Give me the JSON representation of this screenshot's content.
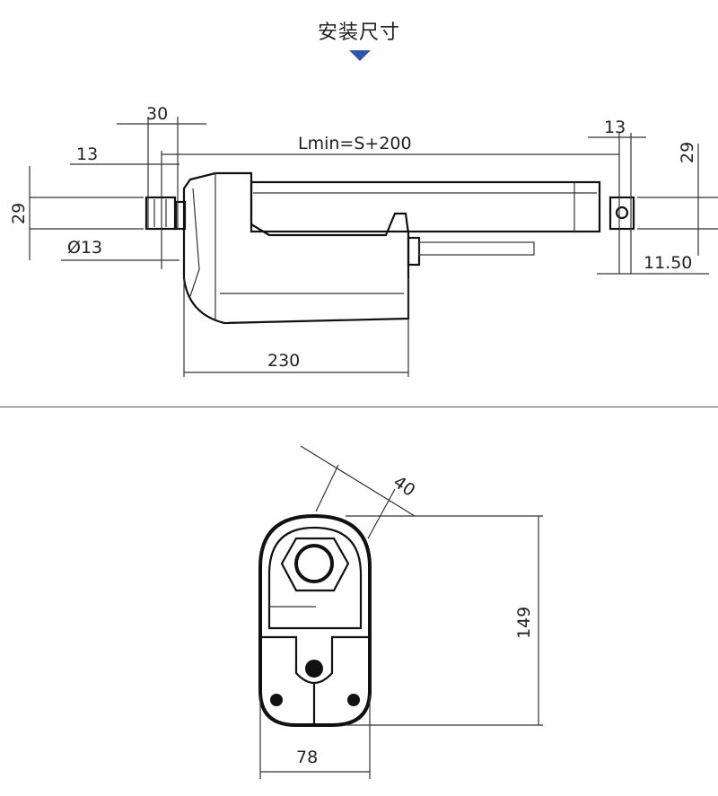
{
  "header": {
    "title": "安装尺寸",
    "accent_color": "#2f56a6"
  },
  "side_view": {
    "dim_30": "30",
    "dim_13_left": "13",
    "dim_lmin": "Lmin=S+200",
    "dim_13_right": "13",
    "dim_29_right": "29",
    "dim_29_left": "29",
    "dim_dia13": "Ø13",
    "dim_11_50": "11.50",
    "dim_230": "230"
  },
  "end_view": {
    "dim_40": "40",
    "dim_149": "149",
    "dim_78": "78"
  }
}
